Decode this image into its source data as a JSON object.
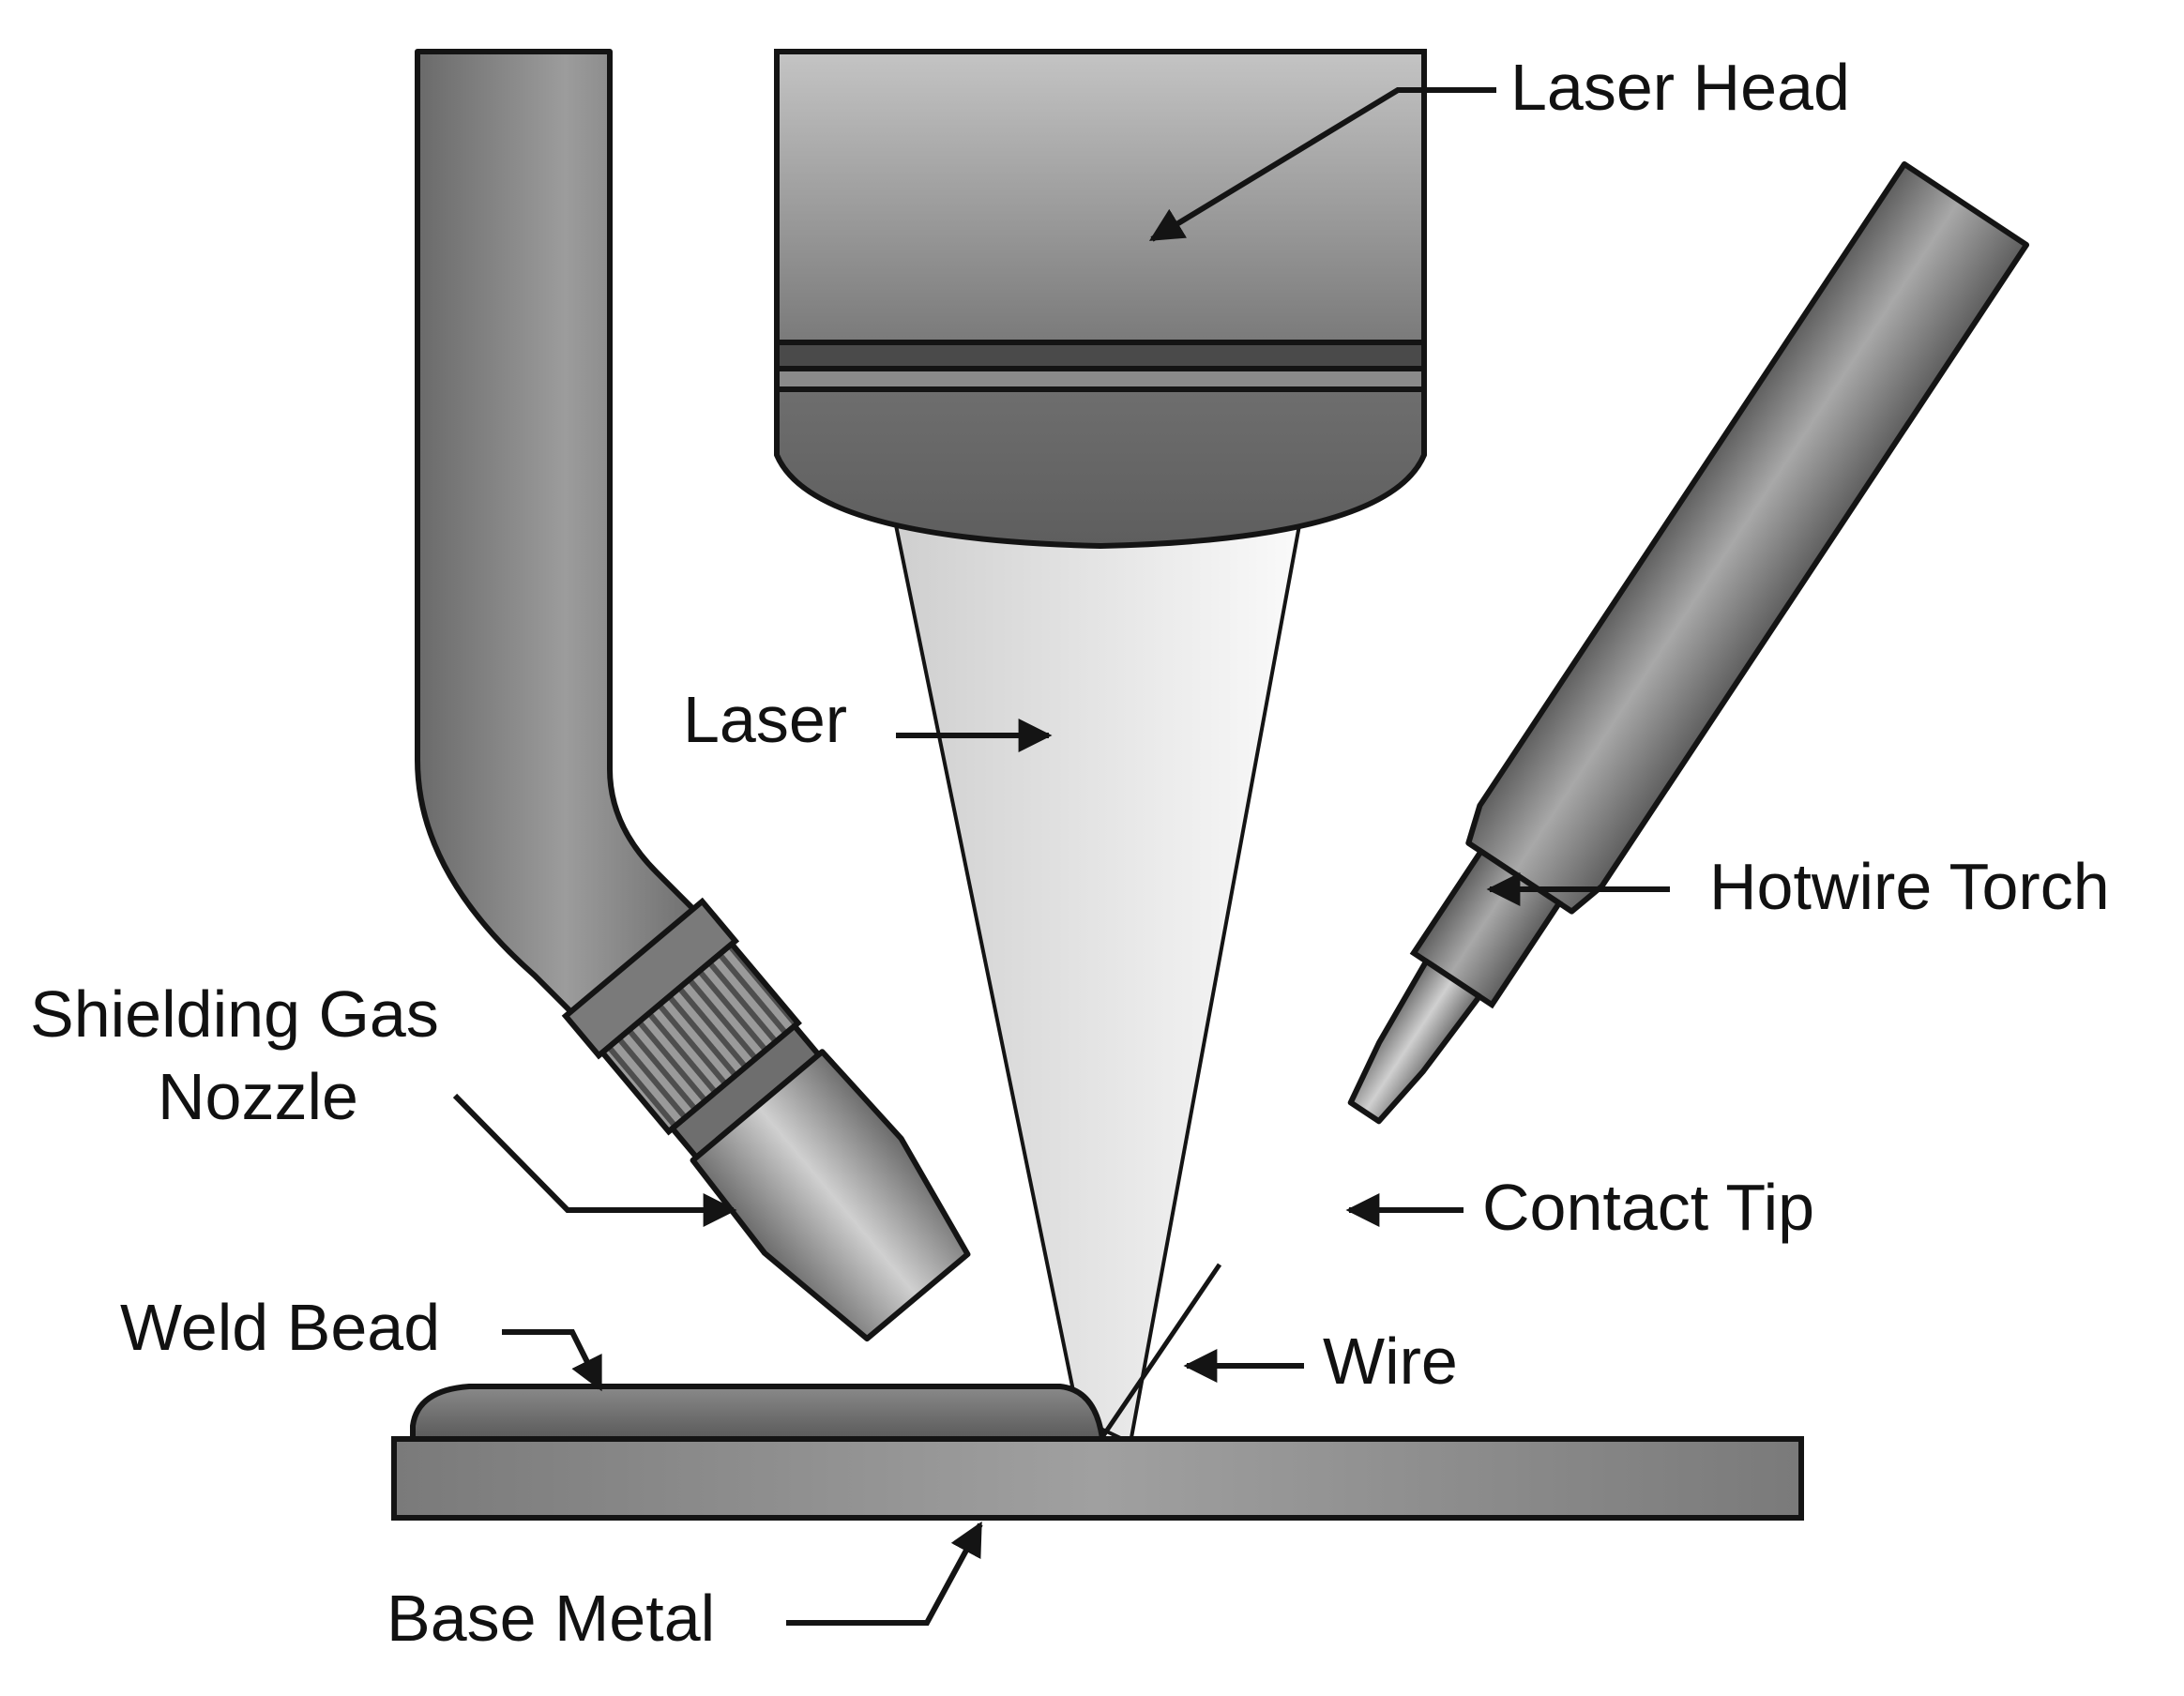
{
  "labels": {
    "laser_head": "Laser Head",
    "laser": "Laser",
    "hotwire_torch": "Hotwire Torch",
    "shielding_gas_line1": "Shielding Gas",
    "shielding_gas_line2": "Nozzle",
    "contact_tip": "Contact Tip",
    "weld_bead": "Weld Bead",
    "wire": "Wire",
    "base_metal": "Base Metal"
  },
  "colors": {
    "outline": "#141414",
    "metal_dark": "#5a5a5a",
    "metal_mid": "#8a8a8a",
    "metal_light": "#c8c8c8",
    "beam_light": "#f6f6f6",
    "text": "#111111"
  }
}
